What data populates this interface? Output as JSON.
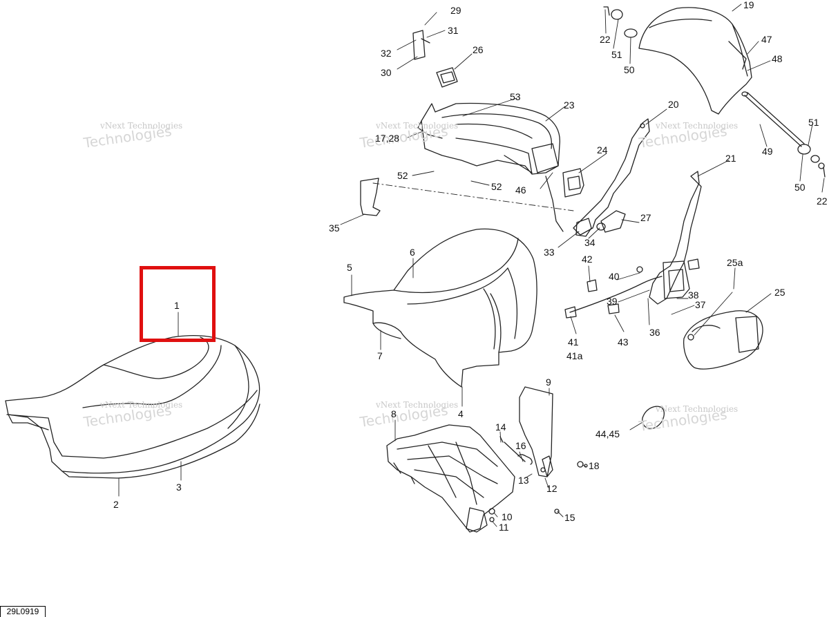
{
  "figure_code": "29L0919",
  "watermark": {
    "line1": "vNext Technologies",
    "line2": "Technologies"
  },
  "highlight": {
    "callout": "1",
    "color": "#e01010"
  },
  "callouts": [
    {
      "id": "c1",
      "text": "1"
    },
    {
      "id": "c2",
      "text": "2"
    },
    {
      "id": "c3",
      "text": "3"
    },
    {
      "id": "c4",
      "text": "4"
    },
    {
      "id": "c5",
      "text": "5"
    },
    {
      "id": "c6",
      "text": "6"
    },
    {
      "id": "c7",
      "text": "7"
    },
    {
      "id": "c8",
      "text": "8"
    },
    {
      "id": "c9",
      "text": "9"
    },
    {
      "id": "c10",
      "text": "10"
    },
    {
      "id": "c11",
      "text": "11"
    },
    {
      "id": "c12",
      "text": "12"
    },
    {
      "id": "c13",
      "text": "13"
    },
    {
      "id": "c14",
      "text": "14"
    },
    {
      "id": "c15",
      "text": "15"
    },
    {
      "id": "c16",
      "text": "16"
    },
    {
      "id": "c1728",
      "text": "17,28"
    },
    {
      "id": "c18",
      "text": "18"
    },
    {
      "id": "c19",
      "text": "19"
    },
    {
      "id": "c20",
      "text": "20"
    },
    {
      "id": "c21",
      "text": "21"
    },
    {
      "id": "c22a",
      "text": "22"
    },
    {
      "id": "c22b",
      "text": "22"
    },
    {
      "id": "c23",
      "text": "23"
    },
    {
      "id": "c24",
      "text": "24"
    },
    {
      "id": "c25",
      "text": "25"
    },
    {
      "id": "c25a",
      "text": "25a"
    },
    {
      "id": "c26",
      "text": "26"
    },
    {
      "id": "c27",
      "text": "27"
    },
    {
      "id": "c29",
      "text": "29"
    },
    {
      "id": "c30",
      "text": "30"
    },
    {
      "id": "c31",
      "text": "31"
    },
    {
      "id": "c32",
      "text": "32"
    },
    {
      "id": "c33",
      "text": "33"
    },
    {
      "id": "c34",
      "text": "34"
    },
    {
      "id": "c35",
      "text": "35"
    },
    {
      "id": "c36",
      "text": "36"
    },
    {
      "id": "c37",
      "text": "37"
    },
    {
      "id": "c38",
      "text": "38"
    },
    {
      "id": "c39",
      "text": "39"
    },
    {
      "id": "c40",
      "text": "40"
    },
    {
      "id": "c41",
      "text": "41"
    },
    {
      "id": "c41a",
      "text": "41a"
    },
    {
      "id": "c42",
      "text": "42"
    },
    {
      "id": "c43",
      "text": "43"
    },
    {
      "id": "c4445",
      "text": "44,45"
    },
    {
      "id": "c46",
      "text": "46"
    },
    {
      "id": "c47",
      "text": "47"
    },
    {
      "id": "c48",
      "text": "48"
    },
    {
      "id": "c49",
      "text": "49"
    },
    {
      "id": "c50a",
      "text": "50"
    },
    {
      "id": "c50b",
      "text": "50"
    },
    {
      "id": "c51a",
      "text": "51"
    },
    {
      "id": "c51b",
      "text": "51"
    },
    {
      "id": "c52a",
      "text": "52"
    },
    {
      "id": "c52b",
      "text": "52"
    },
    {
      "id": "c53",
      "text": "53"
    }
  ]
}
